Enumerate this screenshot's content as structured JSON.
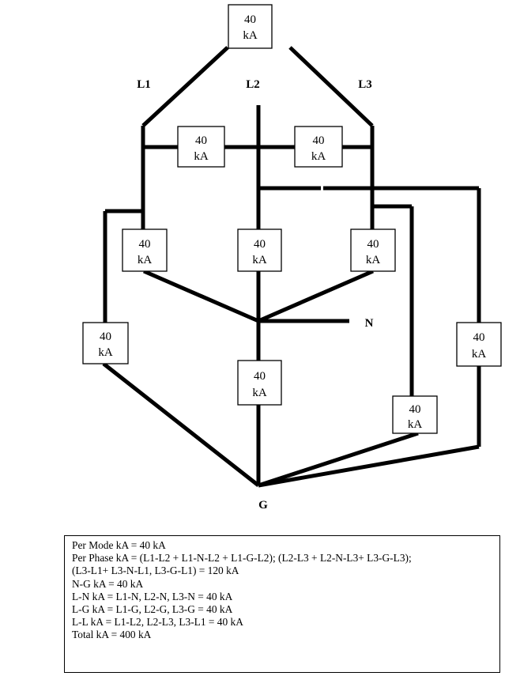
{
  "labels": {
    "l1": "L1",
    "l2": "L2",
    "l3": "L3",
    "n": "N",
    "g": "G"
  },
  "boxes": [
    {
      "id": "top",
      "value": "40",
      "unit": "kA"
    },
    {
      "id": "l1-l2",
      "value": "40",
      "unit": "kA"
    },
    {
      "id": "l2-l3",
      "value": "40",
      "unit": "kA"
    },
    {
      "id": "l1-n",
      "value": "40",
      "unit": "kA"
    },
    {
      "id": "l2-n",
      "value": "40",
      "unit": "kA"
    },
    {
      "id": "l3-n",
      "value": "40",
      "unit": "kA"
    },
    {
      "id": "l1-g",
      "value": "40",
      "unit": "kA"
    },
    {
      "id": "n-g",
      "value": "40",
      "unit": "kA"
    },
    {
      "id": "l3-g",
      "value": "40",
      "unit": "kA"
    },
    {
      "id": "l2-g",
      "value": "40",
      "unit": "kA"
    }
  ],
  "legend": [
    "Per Mode kA = 40 kA",
    "Per Phase kA = (L1-L2 + L1-N-L2 + L1-G-L2); (L2-L3 + L2-N-L3+ L3-G-L3);",
    "(L3-L1+ L3-N-L1, L3-G-L1) = 120 kA",
    "N-G kA = 40 kA",
    "L-N kA = L1-N, L2-N, L3-N = 40 kA",
    "L-G kA = L1-G, L2-G, L3-G = 40 kA",
    "L-L kA = L1-L2, L2-L3, L3-L1 = 40 kA",
    "Total kA = 400 kA"
  ]
}
